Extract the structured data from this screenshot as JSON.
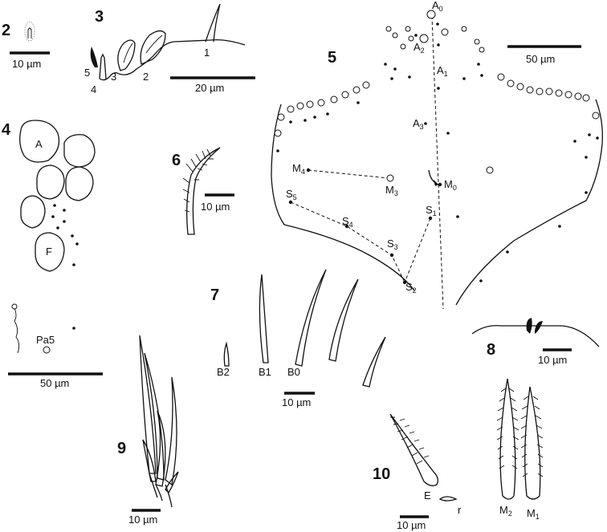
{
  "figure_numbers": [
    "2",
    "3",
    "4",
    "5",
    "6",
    "7",
    "8",
    "9",
    "10"
  ],
  "fig2": {
    "scale": "10 µm"
  },
  "fig3": {
    "scale": "20 µm",
    "labels": [
      "1",
      "2",
      "3",
      "4",
      "5"
    ]
  },
  "fig4": {
    "scale": "50 µm",
    "label_a": "A",
    "label_f": "F",
    "label_pa5": "Pa5"
  },
  "fig5": {
    "scale": "50 µm",
    "labels": [
      {
        "b": "A",
        "s": "0"
      },
      {
        "b": "A",
        "s": "2"
      },
      {
        "b": "A",
        "s": "1"
      },
      {
        "b": "A",
        "s": "3"
      },
      {
        "b": "M",
        "s": "4"
      },
      {
        "b": "M",
        "s": "3"
      },
      {
        "b": "M",
        "s": "0"
      },
      {
        "b": "S",
        "s": "5"
      },
      {
        "b": "S",
        "s": "4"
      },
      {
        "b": "S",
        "s": "3"
      },
      {
        "b": "S",
        "s": "1"
      },
      {
        "b": "S",
        "s": "2"
      }
    ]
  },
  "fig6": {
    "scale": "10 µm"
  },
  "fig7": {
    "scale": "10 µm",
    "label_b1": "B1",
    "label_b0": "B0",
    "label_b2": "B2"
  },
  "fig8": {
    "scale": "10 µm"
  },
  "fig9": {
    "scale": "10 µm"
  },
  "fig10": {
    "scale": "10 µm",
    "label_e": "E",
    "label_r": "r",
    "label_m2_base": "M",
    "label_m2_sub": "2",
    "label_m1_base": "M",
    "label_m1_sub": "1"
  }
}
